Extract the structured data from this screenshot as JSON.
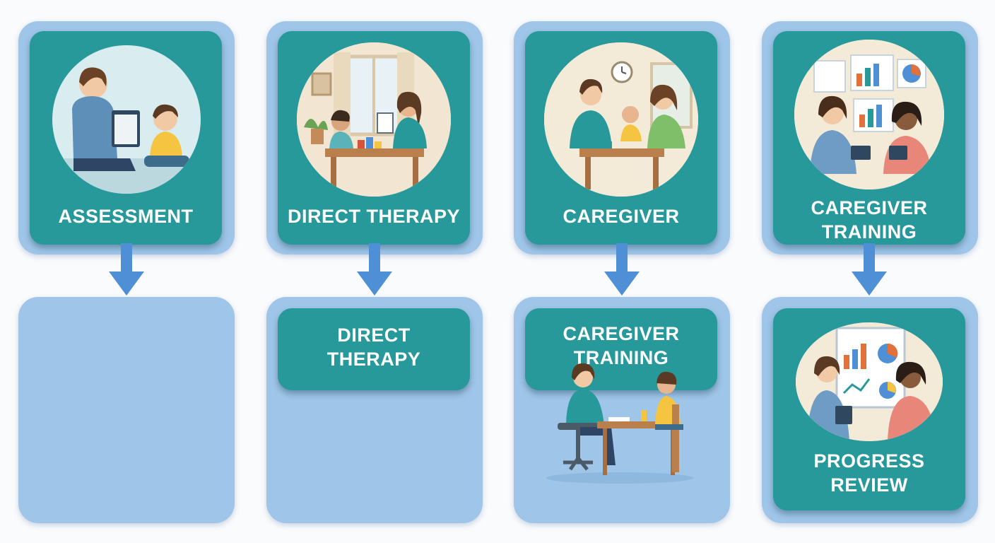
{
  "top_row": [
    {
      "lines": [
        "ASSESSMENT"
      ],
      "icon": "assessment-illustration-icon"
    },
    {
      "lines": [
        "DIRECT THERAPY"
      ],
      "icon": "direct-therapy-illustration-icon"
    },
    {
      "lines": [
        "CAREGIVER"
      ],
      "icon": "caregiver-illustration-icon"
    },
    {
      "lines": [
        "CAREGIVER",
        "TRAINING"
      ],
      "icon": "caregiver-training-illustration-icon"
    }
  ],
  "bottom_row": [
    {
      "lines": []
    },
    {
      "lines": [
        "DIRECT",
        "THERAPY"
      ]
    },
    {
      "lines": [
        "CAREGIVER",
        "TRAINING"
      ],
      "icon": "table-session-illustration-icon"
    },
    {
      "lines": [
        "PROGRESS",
        "REVIEW"
      ],
      "icon": "progress-review-illustration-icon"
    }
  ],
  "colors": {
    "card_teal": "#27999a",
    "card_outer": "#9fc6e9",
    "arrow": "#4f8fd6",
    "text": "#ffffff"
  }
}
